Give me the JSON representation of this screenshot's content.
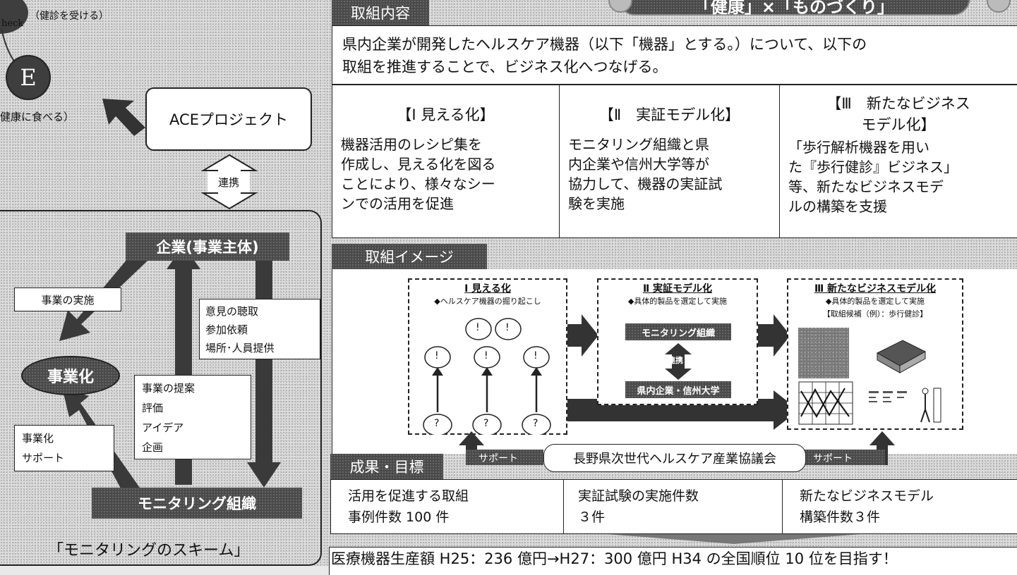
{
  "left": {
    "check_glyph": "heck",
    "check_caption": "（健診を受ける）",
    "e_glyph": "E",
    "eat_caption": "健康に食べる）",
    "ace_project": "ACEプロジェクト",
    "renkei": "連携",
    "company": "企業(事業主体)",
    "business_impl": "事業の実施",
    "opinion": [
      "意見の聴取",
      "参加依頼",
      "場所･人員提供"
    ],
    "commercialize": "事業化",
    "proposal": [
      "事業の提案",
      "評価",
      "アイデア",
      "企画"
    ],
    "support_box": [
      "事業化",
      "サポート"
    ],
    "monitoring_org": "モニタリング組織",
    "scheme_caption": "「モニタリングのスキーム」"
  },
  "right": {
    "title_bubble": "「健康」×「ものづくり」",
    "section_torikumi": "取組内容",
    "intro": [
      "県内企業が開発したヘルスケア機器（以下「機器」とする。）について、以下の",
      "取組を推進することで、ビジネス化へつなげる。"
    ],
    "cols": [
      {
        "title": "【Ⅰ 見える化】",
        "body": [
          "機器活用のレシピ集を",
          "作成し、見える化を図る",
          "ことにより、様々なシー",
          "ンでの活用を促進"
        ]
      },
      {
        "title": "【Ⅱ　実証モデル化】",
        "body": [
          "モニタリング組織と県",
          "内企業や信州大学等が",
          "協力して、機器の実証試",
          "験を実施"
        ]
      },
      {
        "title": "【Ⅲ　新たなビジネス",
        "title2": "モデル化】",
        "body": [
          "「歩行解析機器を用い",
          "た『歩行健診』ビジネス」",
          "等、新たなビジネスモデ",
          "ルの構築を支援"
        ]
      }
    ],
    "section_image": "取組イメージ",
    "img1_title": "Ⅰ 見える化",
    "img1_sub": "◆ヘルスケア機器の掘り起こし",
    "excl": "!",
    "ques": "?",
    "img2_title": "Ⅱ 実証モデル化",
    "img2_sub": "◆具体的製品を選定して実施",
    "img2_top": "モニタリング組織",
    "img2_link": "連携",
    "img2_bottom": "県内企業・信州大学",
    "img3_title": "Ⅲ 新たなビジネスモデル化",
    "img3_sub": "◆具体的製品を選定して実施",
    "img3_note": "【取組候補（例）：歩行健診】",
    "support_left": "サポート",
    "council": "長野県次世代ヘルスケア産業協議会",
    "support_right": "サポート",
    "section_result": "成果・目標",
    "results": [
      [
        "活用を促進する取組",
        "事例件数 100 件"
      ],
      [
        "実証試験の実施件数",
        "３件"
      ],
      [
        "新たなビジネスモデル",
        "構築件数３件"
      ]
    ],
    "bottom_line": "医療機器生産額 H25：236 億円→H27：300 億円 H34 の全国順位 10 位を目指す！"
  },
  "colors": {
    "dark": "#3e3e3e",
    "paper": "#ffffff",
    "ink": "#111111"
  }
}
